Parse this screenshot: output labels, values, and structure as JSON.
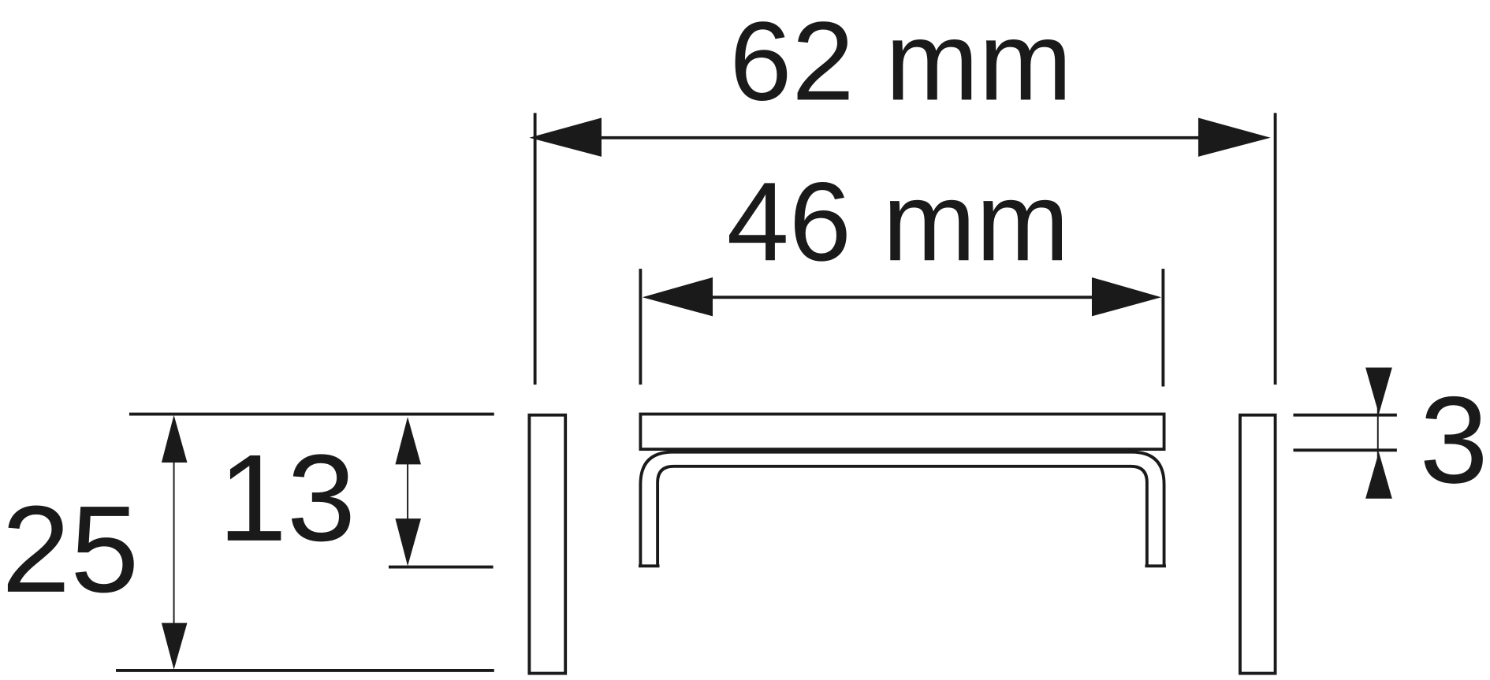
{
  "drawing": {
    "type": "technical-dimension-drawing",
    "subject": "cabinet handle",
    "line_color": "#1a1a1a",
    "background": "#ffffff"
  },
  "dimensions": {
    "overall_length": {
      "label": "62 mm",
      "value": 62,
      "unit": "mm"
    },
    "hole_spacing": {
      "label": "46 mm",
      "value": 46,
      "unit": "mm"
    },
    "overall_height": {
      "label": "25",
      "value": 25
    },
    "grip_depth": {
      "label": "13",
      "value": 13
    },
    "thickness": {
      "label": "3",
      "value": 3
    }
  },
  "views": [
    {
      "name": "left-side-view"
    },
    {
      "name": "front-view"
    },
    {
      "name": "right-side-view"
    }
  ]
}
